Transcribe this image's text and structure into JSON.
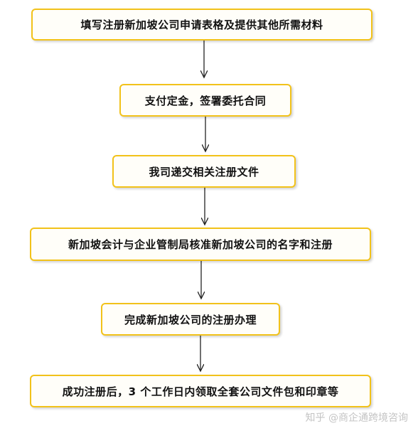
{
  "steps": [
    {
      "label": "填写注册新加坡公司申请表格及提供其他所需材料"
    },
    {
      "label": "支付定金，签署委托合同"
    },
    {
      "label": "我司递交相关注册文件"
    },
    {
      "label": "新加坡会计与企业管制局核准新加坡公司的名字和注册"
    },
    {
      "label": "完成新加坡公司的注册办理"
    },
    {
      "label": "成功注册后，3 个工作日内领取全套公司文件包和印章等"
    }
  ],
  "watermark": "知乎 @商企通跨境咨询",
  "colors": {
    "box_border": "#f2c21a",
    "arrow": "#222222"
  }
}
